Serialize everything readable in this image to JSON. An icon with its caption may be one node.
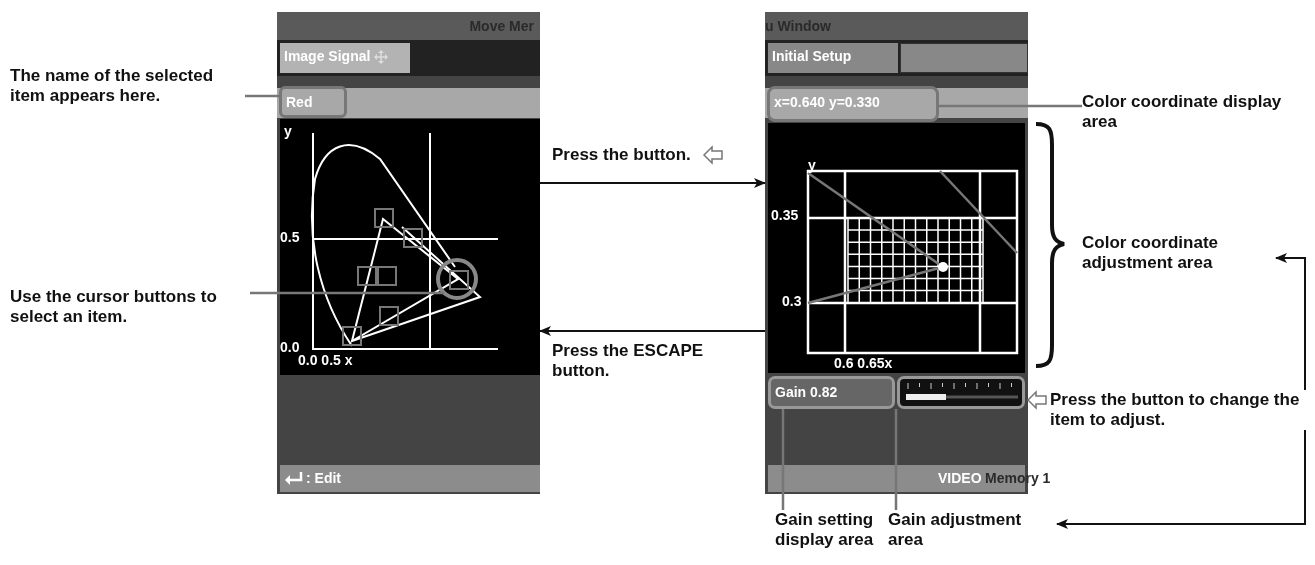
{
  "diagram": {
    "nodes": [
      {
        "text": [
          "Move Mer"
        ]
      },
      {
        "text": [
          "Image Signal"
        ],
        "in": 0
      },
      {
        "text": [
          "Red"
        ],
        "in": 0
      },
      {
        "text": [
          "y",
          "0.5",
          "0.0",
          "0.0 0.5 x"
        ],
        "in": 0
      },
      {
        "text": [],
        "shape": "circle",
        "in": 3
      },
      {
        "text": [
          ": Edit"
        ],
        "in": 0
      },
      {
        "text": [
          "u Window"
        ]
      },
      {
        "text": [
          "Initial Setup"
        ],
        "in": 6
      },
      {
        "text": [
          "x=0.640    y=0.330"
        ],
        "in": 6
      },
      {
        "text": [
          "y",
          "0.35",
          "0.3",
          "0.6 0.65x"
        ],
        "in": 6
      },
      {
        "text": [
          "Gain 0.82"
        ],
        "in": 6
      },
      {
        "text": [],
        "shape": "bar",
        "in": 6
      },
      {
        "text": [
          "VIDEO",
          "Memory 1"
        ],
        "in": 6
      },
      {
        "text": [
          "The name of the selected item appears here."
        ]
      },
      {
        "text": [
          "Use the cursor buttons to select an item."
        ]
      },
      {
        "text": [
          "Color coordinate display area"
        ]
      },
      {
        "text": [
          "Color coordinate adjustment area"
        ]
      },
      {
        "text": [
          "Press the button to change the item to adjust."
        ]
      },
      {
        "text": [
          "Gain setting display area"
        ]
      },
      {
        "text": [
          "Gain adjustment area"
        ]
      },
      {
        "text": [],
        "shape": "box",
        "in": 6
      }
    ],
    "edges": [
      {
        "from": 13,
        "to": 2,
        "arrow": "none"
      },
      {
        "from": 14,
        "to": 4,
        "arrow": "none"
      },
      {
        "from": 0,
        "to": 6,
        "arrow": "to",
        "label": "Press the button.",
        "color": "#111111"
      },
      {
        "from": 6,
        "to": 0,
        "arrow": "to",
        "label": "Press the ESCAPE button.",
        "color": "#111111"
      },
      {
        "from": 15,
        "to": 8,
        "arrow": "none"
      },
      {
        "from": 17,
        "to": 16,
        "arrow": "to",
        "color": "#111111"
      },
      {
        "from": 17,
        "to": 19,
        "arrow": "to",
        "color": "#111111"
      },
      {
        "from": 18,
        "to": 10,
        "arrow": "none"
      },
      {
        "from": 19,
        "to": 11,
        "arrow": "none"
      }
    ]
  }
}
